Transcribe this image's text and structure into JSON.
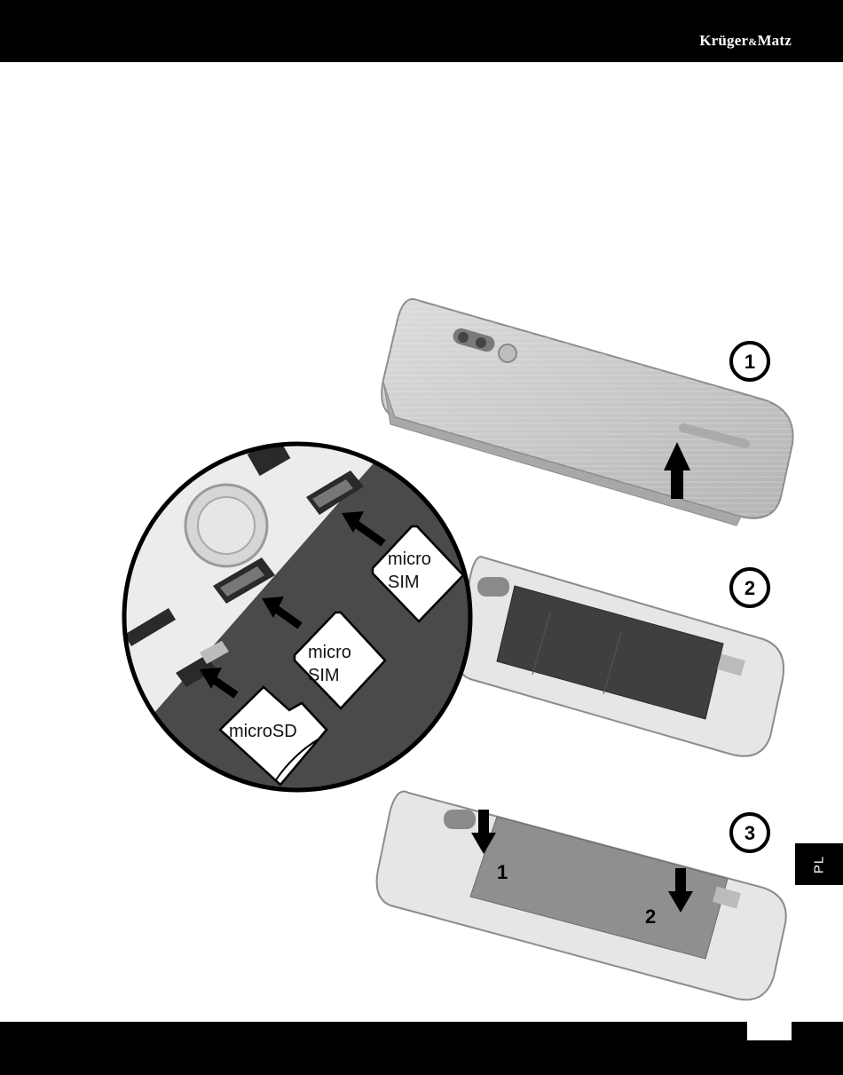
{
  "header": {
    "brand_main": "Krüger",
    "brand_amp": "&",
    "brand_end": "Matz"
  },
  "steps": [
    {
      "number": "1"
    },
    {
      "number": "2"
    },
    {
      "number": "3"
    }
  ],
  "slot_labels": {
    "sim_a_line1": "micro",
    "sim_a_line2": "SIM",
    "sim_b_line1": "micro",
    "sim_b_line2": "SIM",
    "sd": "microSD"
  },
  "battery_markers": {
    "first": "1",
    "second": "2"
  },
  "side_tab": {
    "language": "PL"
  },
  "colors": {
    "bar": "#000000",
    "phone_body": "#c9c9c9",
    "battery": "#3f3f3f",
    "zoom_interior": "#4a4a4a"
  }
}
